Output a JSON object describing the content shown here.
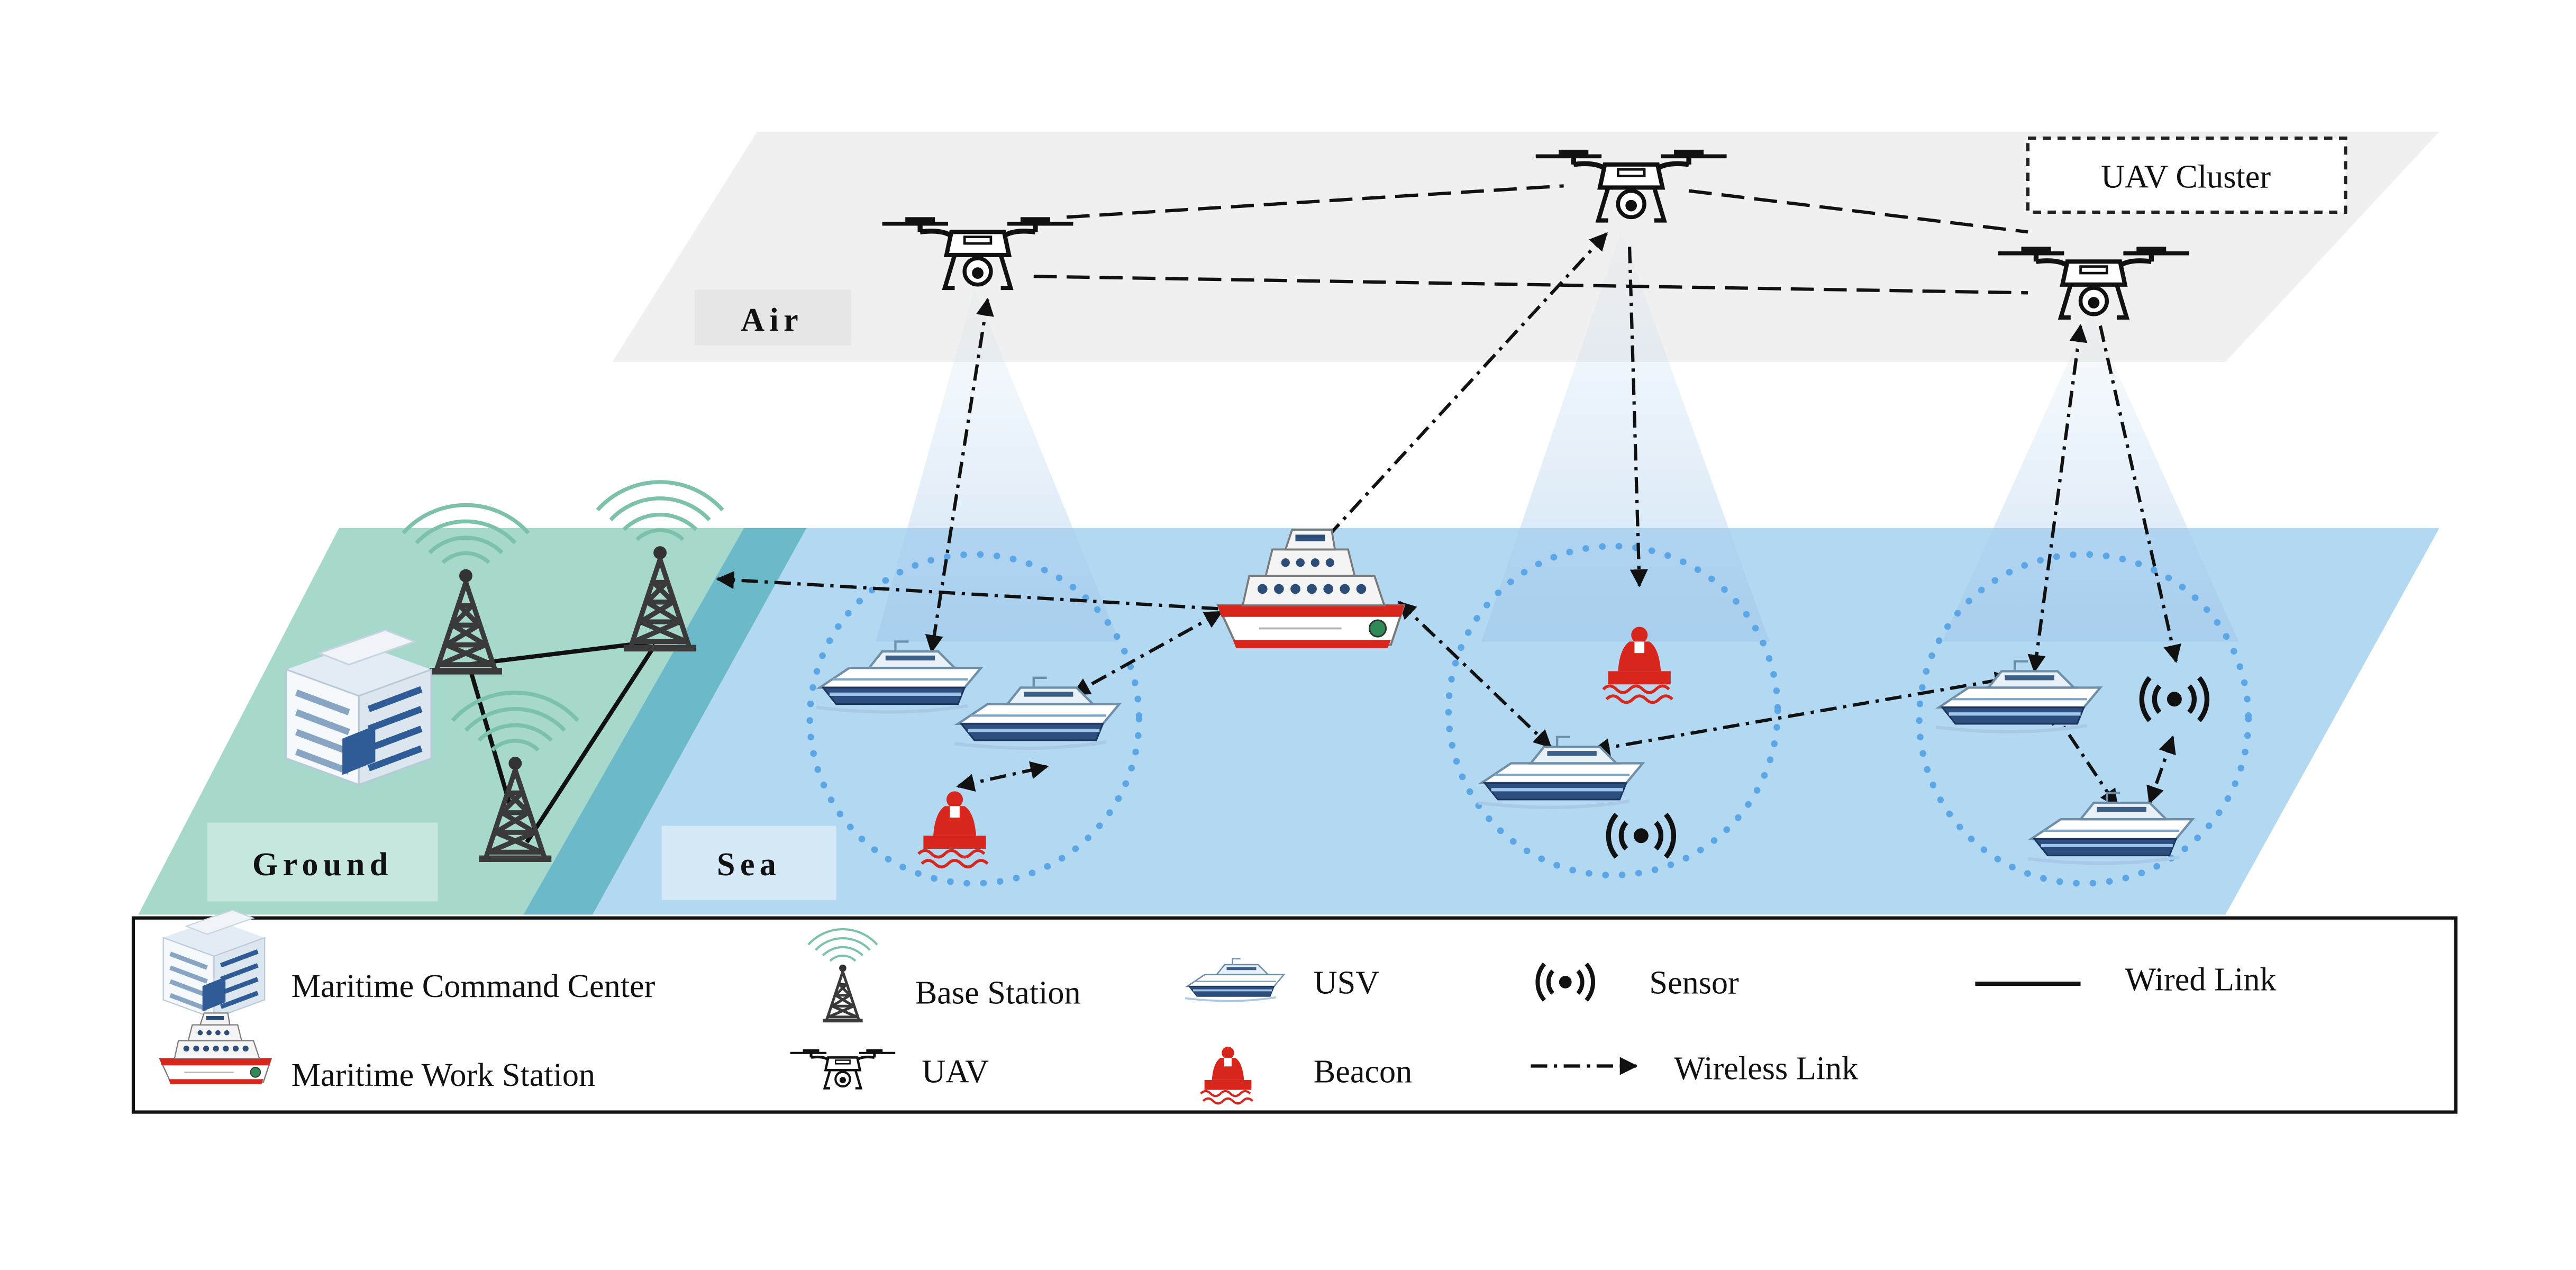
{
  "layers": {
    "air": "Air",
    "sea": "Sea",
    "ground": "Ground",
    "uav_cluster": "UAV Cluster"
  },
  "legend": {
    "command_center": "Maritime Command Center",
    "work_station": "Maritime Work Station",
    "base_station": "Base Station",
    "uav": "UAV",
    "usv": "USV",
    "beacon": "Beacon",
    "sensor": "Sensor",
    "wireless_link": "Wireless Link",
    "wired_link": "Wired Link"
  },
  "colors": {
    "air_plane": "#f0f0f0",
    "sea_plane": "#b3d8f2",
    "ground_plane": "#a6d8cb",
    "coast_strip": "#6cb9c9",
    "coverage_circle": "#5aa6e6",
    "beacon_red": "#d8261c",
    "link_black": "#111111"
  },
  "icons": [
    "drone-icon",
    "usv-icon",
    "beacon-icon",
    "sensor-icon",
    "base-station-icon",
    "command-center-icon",
    "work-station-ship-icon"
  ]
}
